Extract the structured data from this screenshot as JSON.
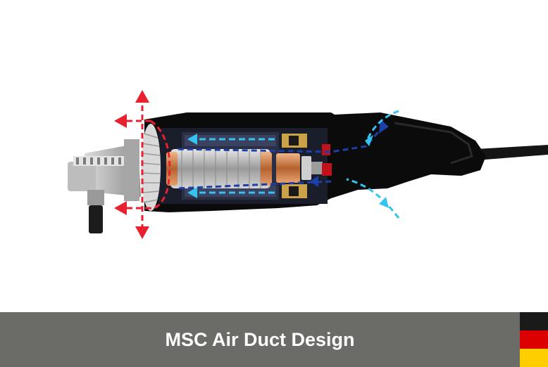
{
  "caption": {
    "text": "MSC Air Duct Design"
  },
  "colors": {
    "caption_bar": "#6b6b68",
    "caption_text": "#ffffff",
    "hot_air_arrows": "#e8202f",
    "cool_air_arrows": "#35c3f0",
    "internal_flow": "#1c3fa8",
    "tool_body": "#0b0b0b",
    "flag": [
      "#1a1a1a",
      "#dd0000",
      "#ffce00"
    ]
  },
  "icons": [
    "angle-grinder-cutaway",
    "airflow-arrow",
    "germany-flag-icon"
  ]
}
